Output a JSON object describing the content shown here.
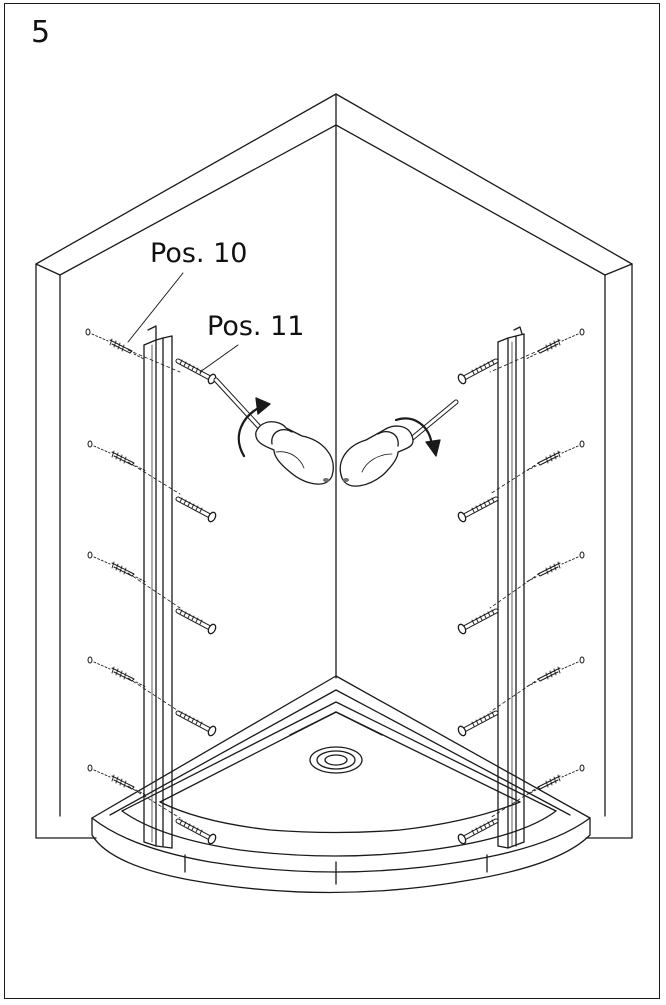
{
  "step": {
    "number": "5"
  },
  "callouts": [
    {
      "id": "pos10",
      "label": "Pos. 10"
    },
    {
      "id": "pos11",
      "label": "Pos. 11"
    }
  ],
  "colors": {
    "line": "#1a1a1a",
    "background": "#ffffff",
    "shade": "#6e6e6e"
  },
  "icons": [
    "screwdriver-icon",
    "rotate-arrow-icon",
    "screw-icon",
    "wall-plug-icon",
    "drill-hole-icon"
  ]
}
